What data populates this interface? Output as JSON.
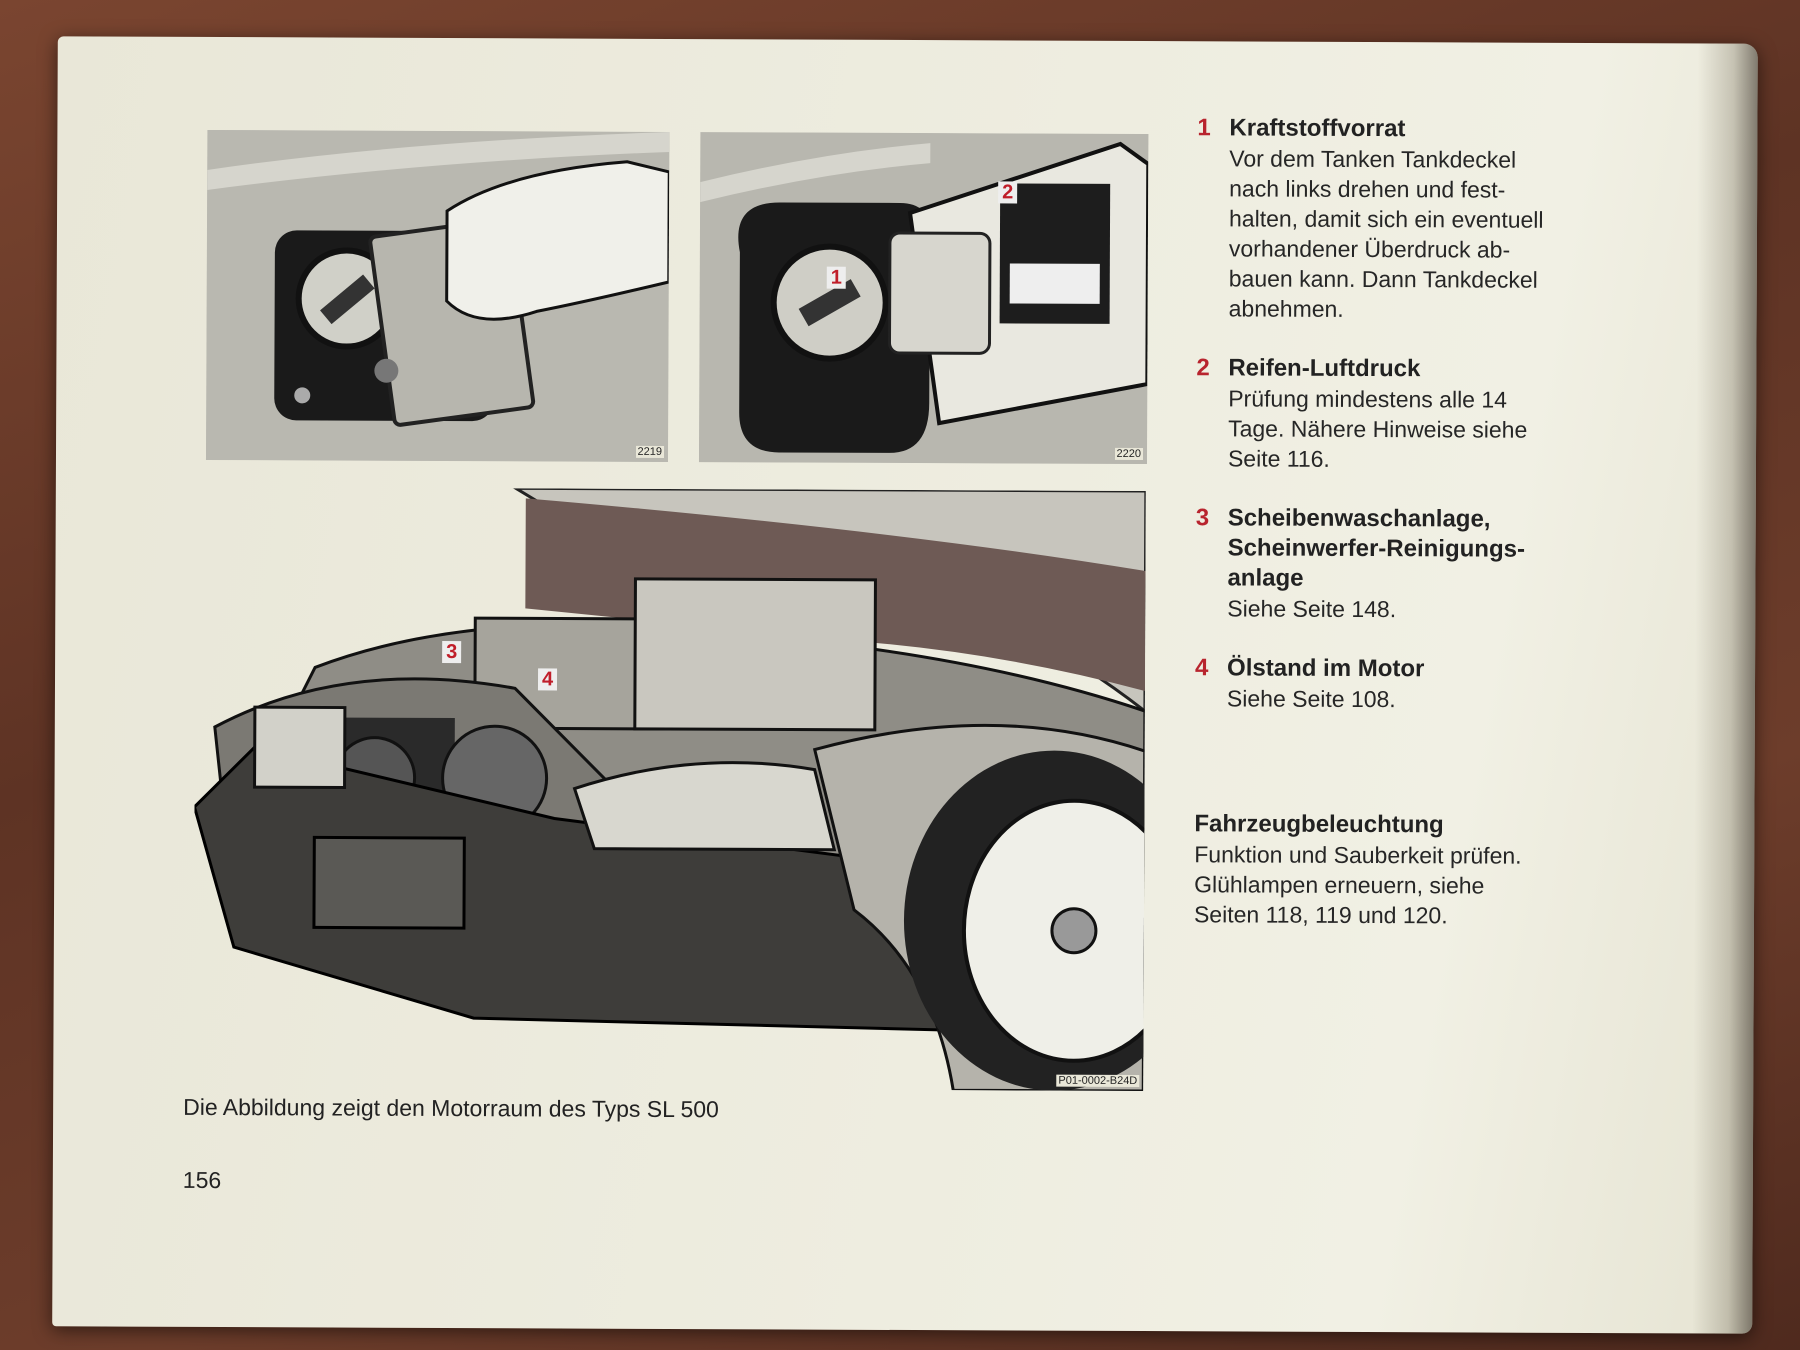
{
  "figures": {
    "fuel_cap_code": "2219",
    "tire_label_code": "2220",
    "engine_code": "P01-0002-B24D",
    "labels": [
      "1",
      "2",
      "3",
      "4"
    ]
  },
  "items": [
    {
      "number": "1",
      "title": "Kraftstoffvorrat",
      "text": "Vor dem Tanken Tankdeckel\nnach links drehen und fest-\nhalten, damit sich ein eventuell\nvorhandener Überdruck ab-\nbauen kann. Dann Tankdeckel\nabnehmen."
    },
    {
      "number": "2",
      "title": "Reifen-Luftdruck",
      "text": "Prüfung mindestens alle 14\nTage. Nähere Hinweise siehe\nSeite 116."
    },
    {
      "number": "3",
      "title": "Scheibenwaschanlage,\nScheinwerfer-Reinigungs-\nanlage",
      "text": "Siehe Seite 148."
    },
    {
      "number": "4",
      "title": "Ölstand im Motor",
      "text": "Siehe Seite 108."
    }
  ],
  "section": {
    "title": "Fahrzeugbeleuchtung",
    "text": "Funktion und Sauberkeit prüfen.\nGlühlampen erneuern, siehe\nSeiten 118, 119 und 120."
  },
  "caption": "Die Abbildung zeigt den Motorraum des Typs SL 500",
  "page_number": "156",
  "colors": {
    "accent_red": "#b8242e",
    "paper": "#ecebdd",
    "background_wood": "#6d3d2b"
  }
}
